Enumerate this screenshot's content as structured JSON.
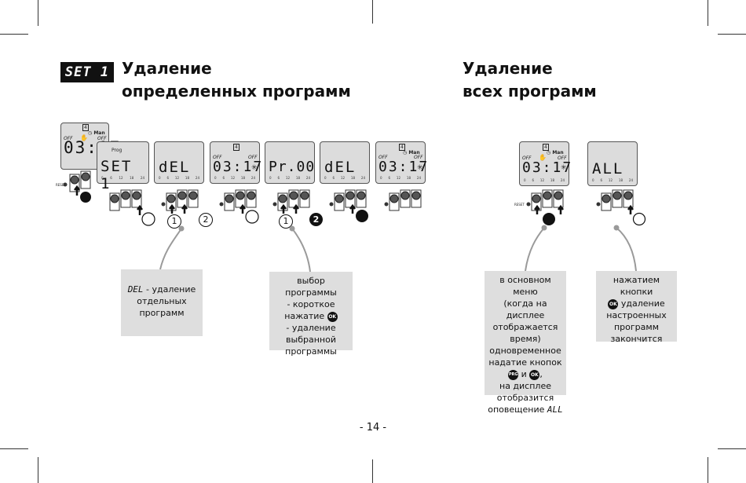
{
  "left": {
    "badge": "SET 1",
    "heading_line1": "Удаление",
    "heading_line2": "определенных программ"
  },
  "right": {
    "heading_line1": "Удаление",
    "heading_line2": "всех программ"
  },
  "lcd": {
    "off": "OFF",
    "man": "Man",
    "day": "4",
    "prog": "Prog",
    "time": "03:17",
    "set1": "SET 1",
    "del": "dEL",
    "pr00": "Pr.00",
    "all": "ALL",
    "scale": [
      "0",
      "6",
      "12",
      "18",
      "24"
    ],
    "reset": "RESET"
  },
  "steps": {
    "one": "1",
    "two": "2"
  },
  "callouts": {
    "del_code": "DEL",
    "del_rest": " - удаление",
    "del_line2": "отдельных",
    "del_line3": "программ",
    "sel_line1": "выбор программы",
    "sel_line2": "- короткое",
    "sel_line3": "нажатие",
    "sel_line4": "- удаление",
    "sel_line5": "выбранной",
    "sel_line6": "программы",
    "main_line1": "в основном меню",
    "main_line2": "(когда на дисплее",
    "main_line3": "отображается",
    "main_line4": "время)",
    "main_line5": "одновременное",
    "main_line6": "надатие кнопок",
    "main_and": "и",
    "main_comma": ",",
    "main_line8": "на дисплее",
    "main_line9": "отобразится",
    "main_line10_pre": "оповещение",
    "main_all": "ALL",
    "press_line1": "нажатием кнопки",
    "press_line2": "удаление",
    "press_line3": "настроенных",
    "press_line4": "программ",
    "press_line5": "закончится",
    "ok": "OK",
    "prg": "PRG"
  },
  "footer": {
    "page_number": "- 14 -"
  }
}
